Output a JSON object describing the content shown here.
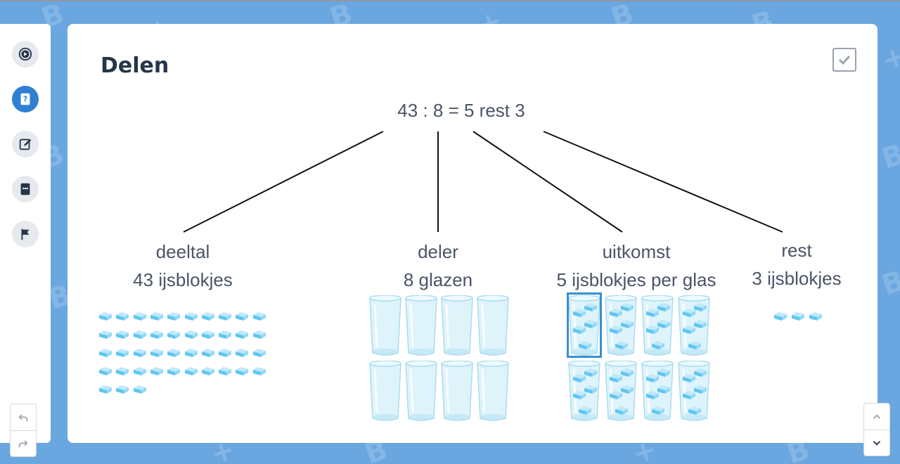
{
  "page": {
    "title": "Delen"
  },
  "equation": "43 : 8 = 5 rest 3",
  "parts": [
    {
      "name": "deeltal",
      "description": "43 ijsblokjes",
      "count": 43
    },
    {
      "name": "deler",
      "description": "8 glazen",
      "count": 8
    },
    {
      "name": "uitkomst",
      "description": "5 ijsblokjes per glas",
      "count": 5
    },
    {
      "name": "rest",
      "description": "3 ijsblokjes",
      "count": 3
    }
  ],
  "sidebar": {
    "items": [
      {
        "icon": "play-circle-icon"
      },
      {
        "icon": "question-book-icon",
        "active": true
      },
      {
        "icon": "edit-icon"
      },
      {
        "icon": "chat-book-icon"
      },
      {
        "icon": "flag-icon"
      }
    ]
  },
  "colors": {
    "accent": "#2f7fd4",
    "background": "#6aa6e0",
    "text": "#4a5566",
    "title": "#263548"
  }
}
